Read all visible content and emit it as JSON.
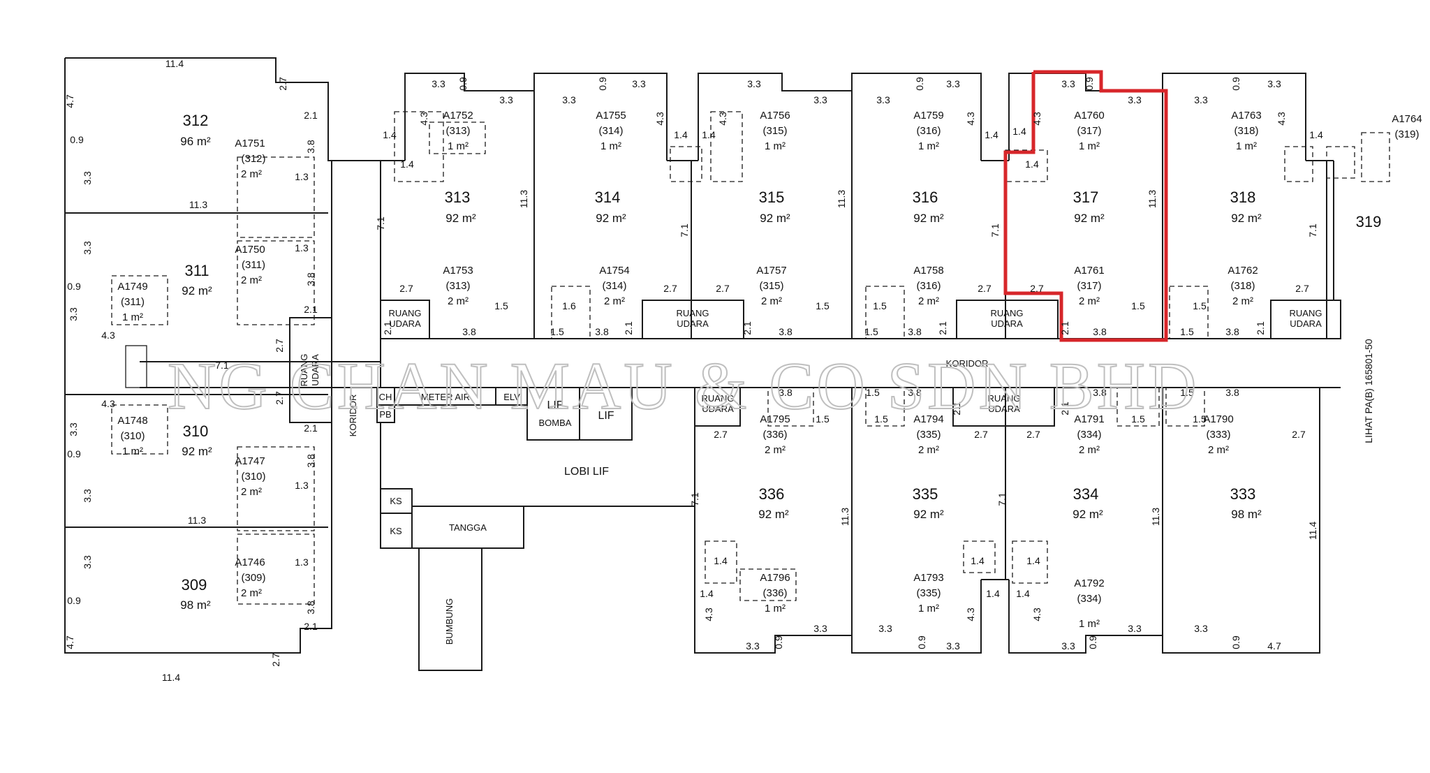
{
  "watermark": "NG CHAN MAU & CO SDN BHD",
  "side_note": "LIHAT PA(B) 165801-50",
  "highlight_color": "#d7262a",
  "units": [
    {
      "no": "312",
      "area": "96 m²",
      "acc_no": "A1751",
      "acc_ref": "(312)",
      "acc_area": "2 m²"
    },
    {
      "no": "311",
      "area": "92 m²",
      "acc_no": "A1750",
      "acc_ref": "(311)",
      "acc_area": "2 m²",
      "acc2_no": "A1749",
      "acc2_ref": "(311)",
      "acc2_area": "1 m²"
    },
    {
      "no": "310",
      "area": "92 m²",
      "acc_no": "A1747",
      "acc_ref": "(310)",
      "acc_area": "2 m²",
      "acc2_no": "A1748",
      "acc2_ref": "(310)",
      "acc2_area": "1 m²"
    },
    {
      "no": "309",
      "area": "98 m²",
      "acc_no": "A1746",
      "acc_ref": "(309)",
      "acc_area": "2 m²"
    },
    {
      "no": "313",
      "area": "92 m²",
      "acc_no": "A1752",
      "acc_ref": "(313)",
      "acc_area": "1 m²",
      "acc2_no": "A1753",
      "acc2_ref": "(313)",
      "acc2_area": "2 m²"
    },
    {
      "no": "314",
      "area": "92 m²",
      "acc_no": "A1755",
      "acc_ref": "(314)",
      "acc_area": "1 m²",
      "acc2_no": "A1754",
      "acc2_ref": "(314)",
      "acc2_area": "2 m²"
    },
    {
      "no": "315",
      "area": "92 m²",
      "acc_no": "A1756",
      "acc_ref": "(315)",
      "acc_area": "1 m²",
      "acc2_no": "A1757",
      "acc2_ref": "(315)",
      "acc2_area": "2 m²"
    },
    {
      "no": "316",
      "area": "92 m²",
      "acc_no": "A1759",
      "acc_ref": "(316)",
      "acc_area": "1 m²",
      "acc2_no": "A1758",
      "acc2_ref": "(316)",
      "acc2_area": "2 m²"
    },
    {
      "no": "317",
      "area": "92 m²",
      "acc_no": "A1760",
      "acc_ref": "(317)",
      "acc_area": "1 m²",
      "acc2_no": "A1761",
      "acc2_ref": "(317)",
      "acc2_area": "2 m²"
    },
    {
      "no": "318",
      "area": "92 m²",
      "acc_no": "A1763",
      "acc_ref": "(318)",
      "acc_area": "1 m²",
      "acc2_no": "A1762",
      "acc2_ref": "(318)",
      "acc2_area": "2 m²"
    },
    {
      "no": "319",
      "acc_no": "A1764",
      "acc_ref": "(319)"
    },
    {
      "no": "336",
      "area": "92 m²",
      "acc_no": "A1795",
      "acc_ref": "(336)",
      "acc_area": "2 m²",
      "acc2_no": "A1796",
      "acc2_ref": "(336)",
      "acc2_area": "1 m²"
    },
    {
      "no": "335",
      "area": "92 m²",
      "acc_no": "A1794",
      "acc_ref": "(335)",
      "acc_area": "2 m²",
      "acc2_no": "A1793",
      "acc2_ref": "(335)",
      "acc2_area": "1 m²"
    },
    {
      "no": "334",
      "area": "92 m²",
      "acc_no": "A1791",
      "acc_ref": "(334)",
      "acc_area": "2 m²",
      "acc2_no": "A1792",
      "acc2_ref": "(334)",
      "acc2_area": "1 m²"
    },
    {
      "no": "333",
      "area": "98 m²",
      "acc_no": "A1790",
      "acc_ref": "(333)",
      "acc_area": "2 m²"
    }
  ],
  "labels": {
    "koridor": "KORIDOR",
    "ruang_udara_1": "RUANG",
    "ruang_udara_2": "UDARA",
    "ch": "CH",
    "pb": "PB",
    "meter_air": "METER AIR",
    "elv": "ELV",
    "lif": "LIF",
    "bomba": "BOMBA",
    "lobi_lif": "LOBI LIF",
    "ks": "KS",
    "tangga": "TANGGA",
    "bumbung": "BUMBUNG"
  },
  "dimensions": {
    "d11_4": "11.4",
    "d11_3": "11.3",
    "d4_7": "4.7",
    "d4_3": "4.3",
    "d3_8": "3.8",
    "d3_3": "3.3",
    "d2_7": "2.7",
    "d2_1": "2.1",
    "d1_5": "1.5",
    "d1_4": "1.4",
    "d1_3": "1.3",
    "d0_9": "0.9",
    "d7_1": "7.1",
    "d1_6": "1.6"
  }
}
